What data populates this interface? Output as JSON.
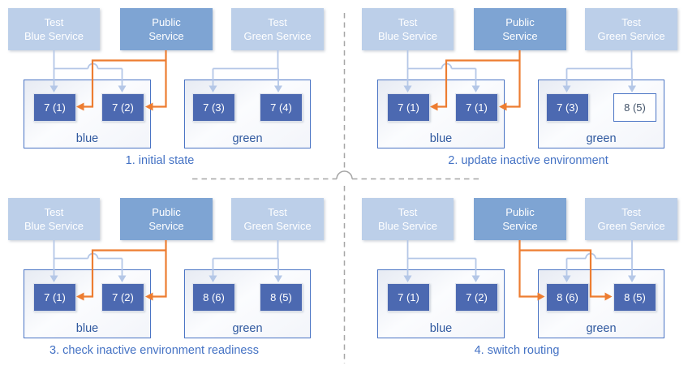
{
  "colors": {
    "service_light_fill": "#bccfe9",
    "service_primary_fill": "#7ea4d3",
    "version_node_fill": "#4c69b1",
    "version_node_outline_border": "#4a74c4",
    "environment_border": "#4a74c4",
    "connector_light_blue": "#b4c7e7",
    "route_orange": "#ed7d31",
    "caption_text": "#4472c4",
    "env_label_text": "#30599f",
    "divider_gray": "#a6a6a6"
  },
  "quadrants": [
    {
      "caption": "1. initial state",
      "public_route": "blue",
      "services": [
        {
          "line1": "Test",
          "line2": "Blue Service"
        },
        {
          "line1": "Public",
          "line2": "Service"
        },
        {
          "line1": "Test",
          "line2": "Green Service"
        }
      ],
      "environments": [
        {
          "label": "blue",
          "nodes": [
            {
              "label": "7 (1)",
              "style": "filled"
            },
            {
              "label": "7 (2)",
              "style": "filled"
            }
          ]
        },
        {
          "label": "green",
          "nodes": [
            {
              "label": "7 (3)",
              "style": "filled"
            },
            {
              "label": "7 (4)",
              "style": "filled"
            }
          ]
        }
      ]
    },
    {
      "caption": "2. update inactive environment",
      "public_route": "blue",
      "services": [
        {
          "line1": "Test",
          "line2": "Blue Service"
        },
        {
          "line1": "Public",
          "line2": "Service"
        },
        {
          "line1": "Test",
          "line2": "Green Service"
        }
      ],
      "environments": [
        {
          "label": "blue",
          "nodes": [
            {
              "label": "7 (1)",
              "style": "filled"
            },
            {
              "label": "7 (1)",
              "style": "filled"
            }
          ]
        },
        {
          "label": "green",
          "nodes": [
            {
              "label": "7 (3)",
              "style": "filled"
            },
            {
              "label": "8 (5)",
              "style": "outline"
            }
          ]
        }
      ]
    },
    {
      "caption": "3. check inactive environment readiness",
      "public_route": "blue",
      "services": [
        {
          "line1": "Test",
          "line2": "Blue Service"
        },
        {
          "line1": "Public",
          "line2": "Service"
        },
        {
          "line1": "Test",
          "line2": "Green Service"
        }
      ],
      "environments": [
        {
          "label": "blue",
          "nodes": [
            {
              "label": "7 (1)",
              "style": "filled"
            },
            {
              "label": "7 (2)",
              "style": "filled"
            }
          ]
        },
        {
          "label": "green",
          "nodes": [
            {
              "label": "8 (6)",
              "style": "filled"
            },
            {
              "label": "8 (5)",
              "style": "filled"
            }
          ]
        }
      ]
    },
    {
      "caption": "4. switch routing",
      "public_route": "green",
      "services": [
        {
          "line1": "Test",
          "line2": "Blue Service"
        },
        {
          "line1": "Public",
          "line2": "Service"
        },
        {
          "line1": "Test",
          "line2": "Green Service"
        }
      ],
      "environments": [
        {
          "label": "blue",
          "nodes": [
            {
              "label": "7 (1)",
              "style": "filled"
            },
            {
              "label": "7 (2)",
              "style": "filled"
            }
          ]
        },
        {
          "label": "green",
          "nodes": [
            {
              "label": "8 (6)",
              "style": "filled"
            },
            {
              "label": "8 (5)",
              "style": "filled"
            }
          ]
        }
      ]
    }
  ]
}
